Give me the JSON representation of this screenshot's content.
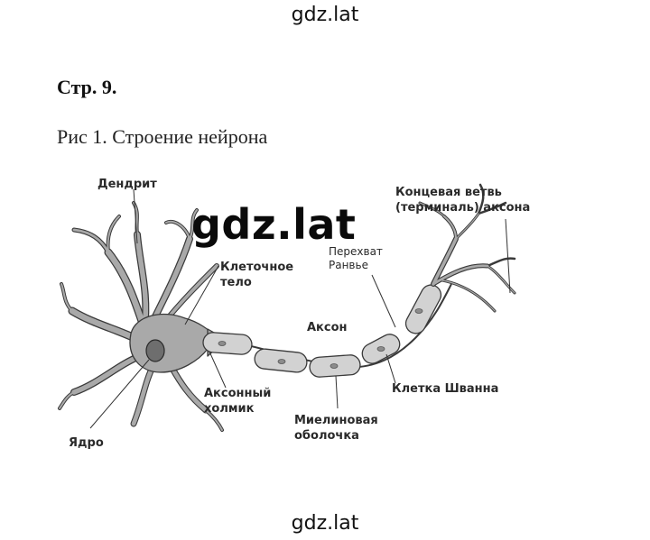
{
  "watermark": "gdz.lat",
  "page": {
    "number_label": "Стр. 9.",
    "caption": "Рис 1. Строение нейрона"
  },
  "diagram": {
    "watermark": "gdz.lat",
    "labels": {
      "dendrite": "Дендрит",
      "cell_body": "Клеточное\nтело",
      "axon_hillock": "Аксонный\nхолмик",
      "nucleus": "Ядро",
      "axon": "Аксон",
      "myelin_sheath": "Миелиновая\nоболочка",
      "node_of_ranvier": "Перехват\nРанвье",
      "schwann_cell": "Клетка Шванна",
      "axon_terminal": "Концевая ветвь\n(терминаль) аксона"
    },
    "colors": {
      "cell_fill": "#a9a9a9",
      "cell_stroke": "#3a3a3a",
      "myelin_fill": "#d2d2d2",
      "nucleus_fill": "#6e6e6e"
    }
  }
}
